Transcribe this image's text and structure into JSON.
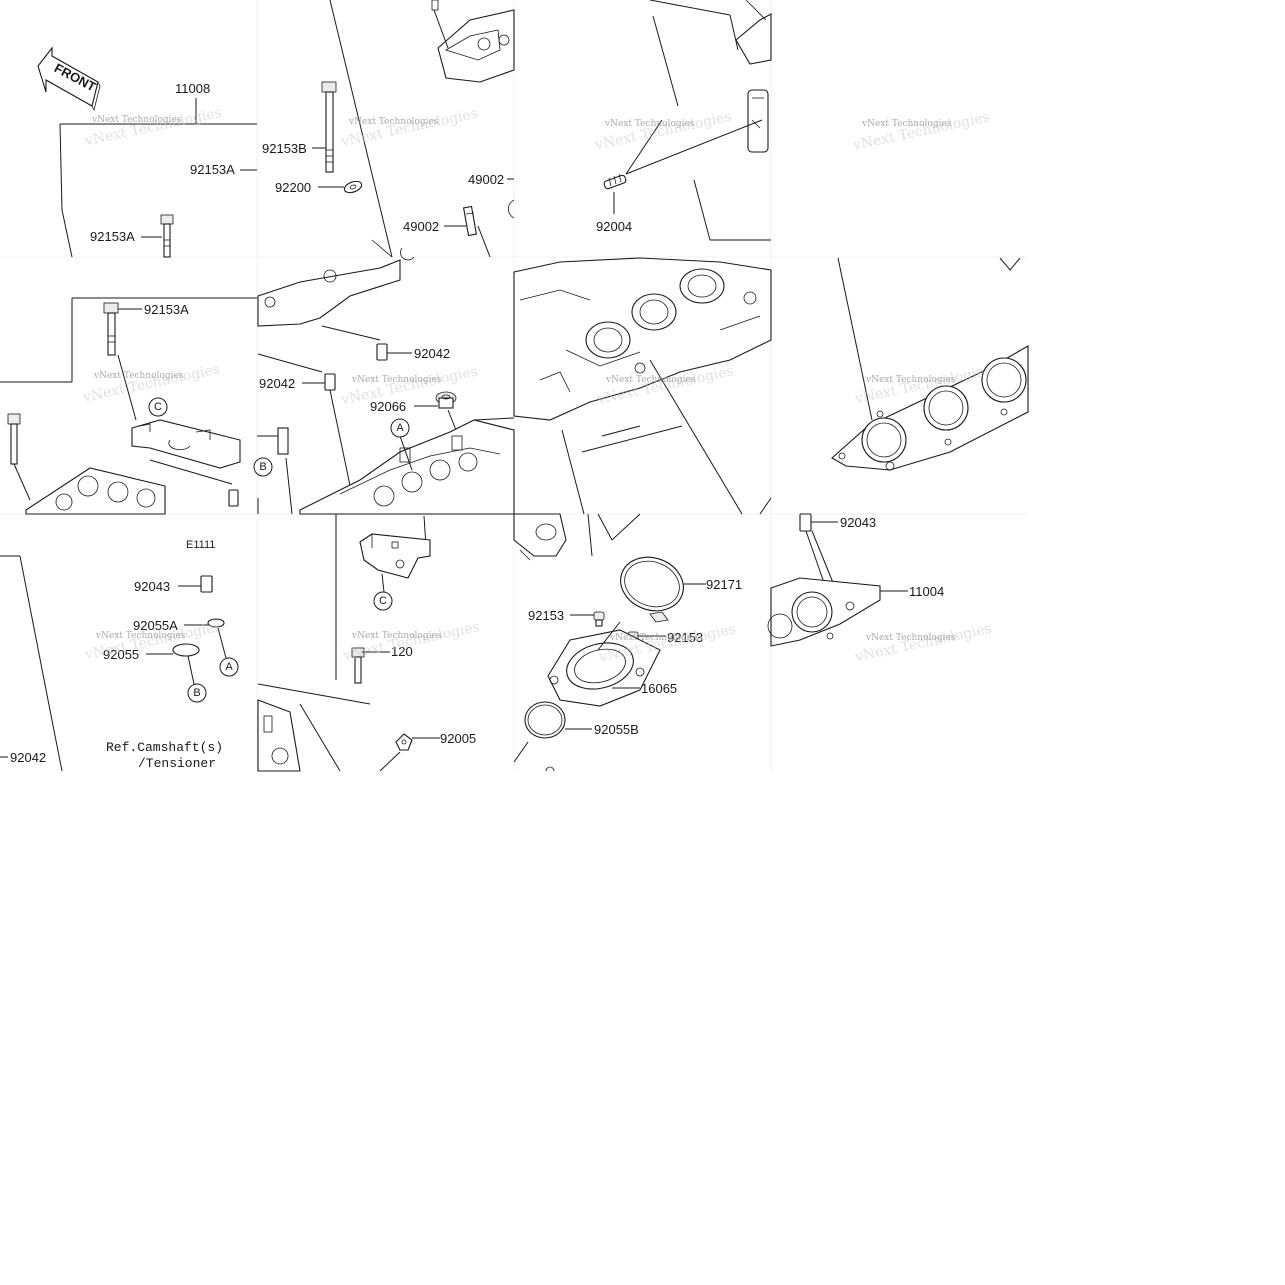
{
  "diagram": {
    "figure_code": "E1111",
    "front_label": "FRONT",
    "reference_note_line1": "Ref.Camshaft(s)",
    "reference_note_line2": "/Tensioner",
    "watermark": "vNext Technologies",
    "callouts": [
      {
        "id": "11008",
        "text": "11008"
      },
      {
        "id": "92153B",
        "text": "92153B"
      },
      {
        "id": "92153A-top",
        "text": "92153A"
      },
      {
        "id": "92200",
        "text": "92200"
      },
      {
        "id": "92153A-left",
        "text": "92153A"
      },
      {
        "id": "49002-upper",
        "text": "49002"
      },
      {
        "id": "49002-lower",
        "text": "49002"
      },
      {
        "id": "92004",
        "text": "92004"
      },
      {
        "id": "92153A-mid",
        "text": "92153A"
      },
      {
        "id": "92042-right",
        "text": "92042"
      },
      {
        "id": "92042-left",
        "text": "92042"
      },
      {
        "id": "92066",
        "text": "92066"
      },
      {
        "id": "92043-left",
        "text": "92043"
      },
      {
        "id": "92055A",
        "text": "92055A"
      },
      {
        "id": "92055",
        "text": "92055"
      },
      {
        "id": "120",
        "text": "120"
      },
      {
        "id": "92005",
        "text": "92005"
      },
      {
        "id": "92042-bottom",
        "text": "92042"
      },
      {
        "id": "92153-left",
        "text": "92153"
      },
      {
        "id": "92153-right",
        "text": "92153"
      },
      {
        "id": "92171",
        "text": "92171"
      },
      {
        "id": "16065",
        "text": "16065"
      },
      {
        "id": "92055B",
        "text": "92055B"
      },
      {
        "id": "92043-right",
        "text": "92043"
      },
      {
        "id": "11004",
        "text": "11004"
      }
    ],
    "ref_marks": [
      "A",
      "B",
      "C"
    ]
  }
}
